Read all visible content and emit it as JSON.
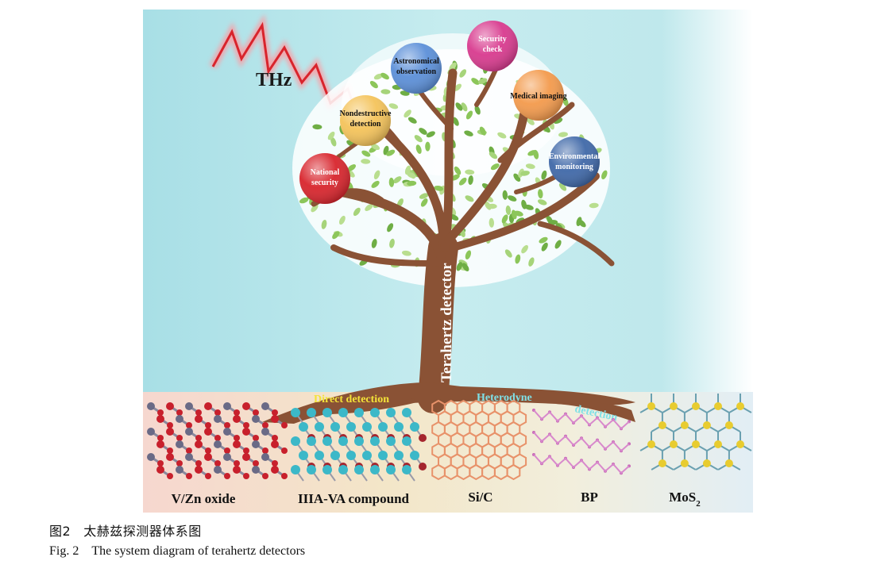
{
  "thz_label": "THz",
  "trunk_label": "Terahertz detector",
  "applications": [
    {
      "line1": "Security",
      "line2": "check",
      "color": "#d83a8e"
    },
    {
      "line1": "Astronomical",
      "line2": "observation",
      "color": "#5b8fd8"
    },
    {
      "line1": "Medical",
      "line2": "imaging",
      "color": "#f39a4c"
    },
    {
      "line1": "Nondestructive",
      "line2": "detection",
      "color": "#f4c35a"
    },
    {
      "line1": "Environmental",
      "line2": "monitoring",
      "color": "#3f68a8"
    },
    {
      "line1": "National",
      "line2": "security",
      "color": "#d8242c"
    }
  ],
  "root_labels": {
    "direct": "Direct  detection",
    "heterodyne": "Heterodyne",
    "detection": "detection"
  },
  "materials": [
    {
      "name": "V/Zn oxide"
    },
    {
      "name": "IIIA-VA compound"
    },
    {
      "name": "Si/C"
    },
    {
      "name": "BP"
    },
    {
      "name": "MoS",
      "sub": "2"
    }
  ],
  "caption": {
    "cn_num": "图2",
    "cn_text": "太赫兹探测器体系图",
    "en_num": "Fig. 2",
    "en_text": "The system diagram of terahertz detectors"
  }
}
